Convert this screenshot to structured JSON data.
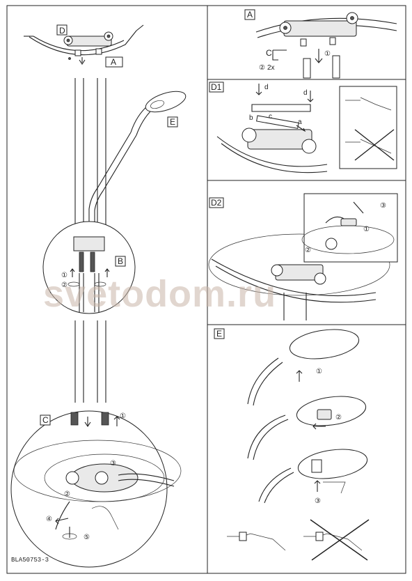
{
  "panels": {
    "main": {
      "label_D": "D",
      "label_A": "A",
      "label_B": "B",
      "label_C": "C",
      "label_E": "E"
    },
    "a": {
      "label": "A",
      "steps": [
        "①",
        "②"
      ],
      "qty": "2x"
    },
    "d1": {
      "label": "D1",
      "arrows": [
        "d",
        "d",
        "b",
        "c",
        "a"
      ]
    },
    "d2": {
      "label": "D2",
      "steps": [
        "①",
        "②",
        "③"
      ]
    },
    "e": {
      "label": "E",
      "steps": [
        "①",
        "②",
        "③"
      ]
    }
  },
  "steps_b": [
    "①",
    "②"
  ],
  "steps_c": [
    "①",
    "②",
    "③",
    "④",
    "⑤"
  ],
  "watermark": "svetodom.ru",
  "doc_code": "BLA50753-3"
}
